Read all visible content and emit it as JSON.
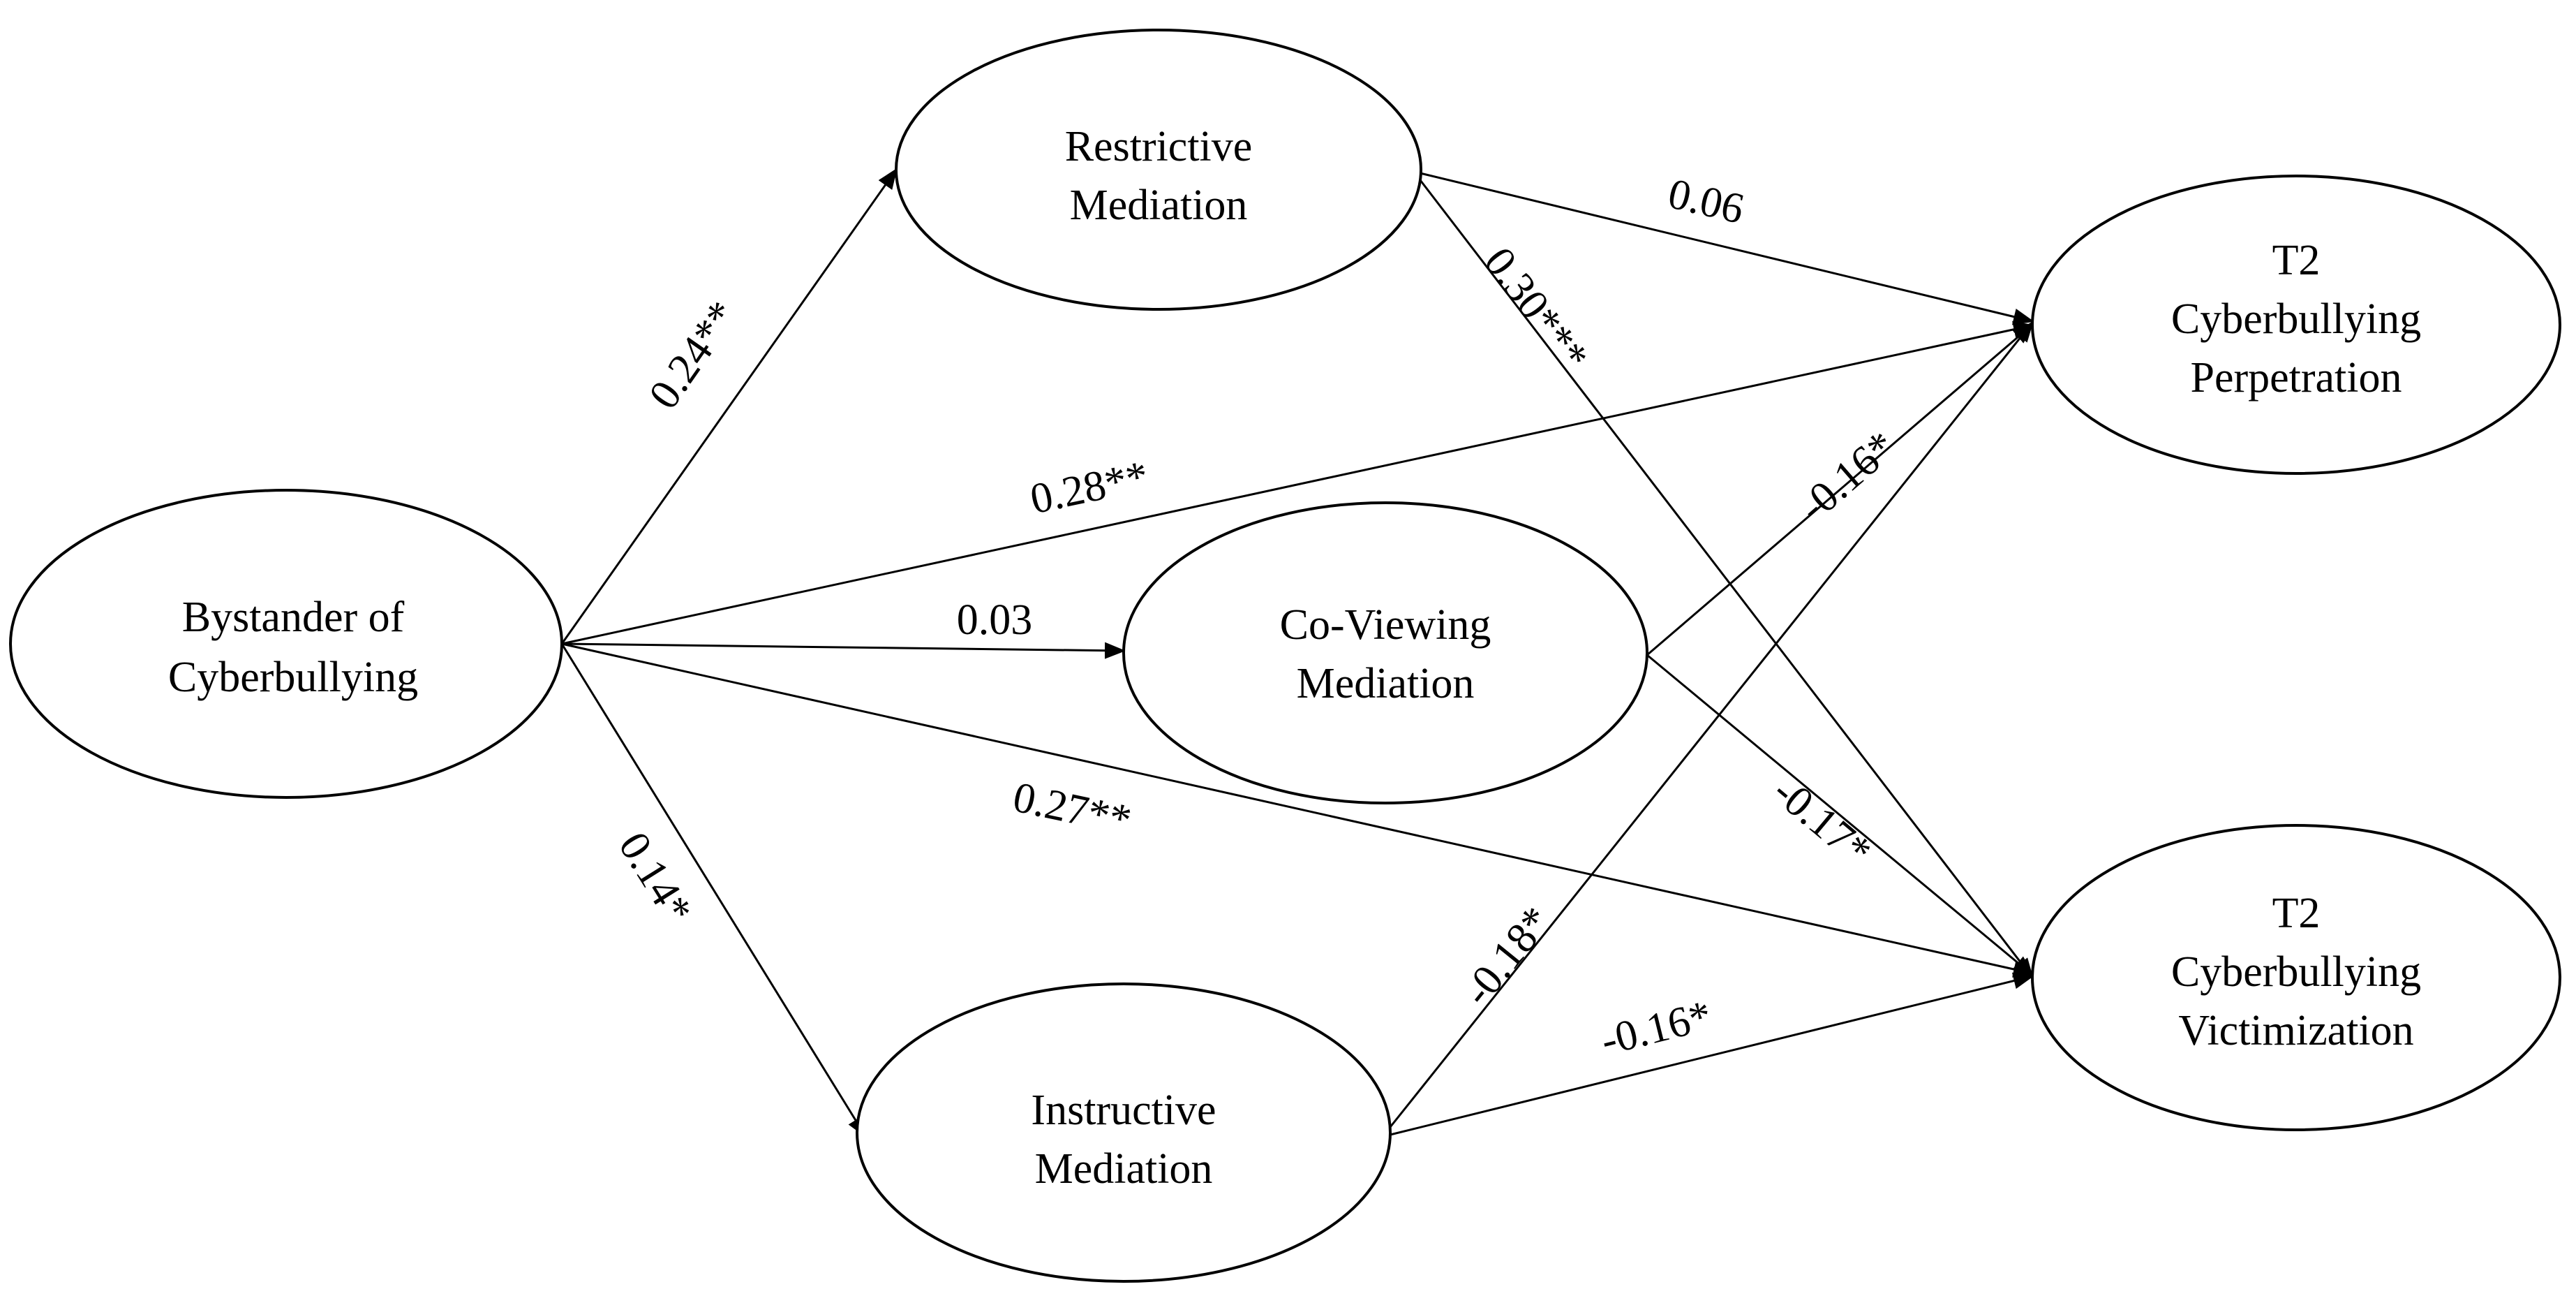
{
  "nodes": {
    "bystander": {
      "lines": [
        "Bystander of",
        "Cyberbullying"
      ]
    },
    "restrictive": {
      "lines": [
        "Restrictive",
        "Mediation"
      ]
    },
    "coviewing": {
      "lines": [
        "Co-Viewing",
        "Mediation"
      ]
    },
    "instructive": {
      "lines": [
        "Instructive",
        "Mediation"
      ]
    },
    "perpetration": {
      "lines": [
        "T2",
        "Cyberbullying",
        "Perpetration"
      ]
    },
    "victimization": {
      "lines": [
        "T2",
        "Cyberbullying",
        "Victimization"
      ]
    }
  },
  "paths": {
    "bystander_to_restrictive": "0.24**",
    "bystander_to_coviewing": "0.03",
    "bystander_to_instructive": "0.14*",
    "bystander_to_perpetration": "0.28**",
    "bystander_to_victimization": "0.27**",
    "restrictive_to_perpetration": "0.06",
    "restrictive_to_victimization": "0.30***",
    "coviewing_to_perpetration": "-0.16*",
    "coviewing_to_victimization": "-0.17*",
    "instructive_to_perpetration": "-0.18*",
    "instructive_to_victimization": "-0.16*"
  }
}
